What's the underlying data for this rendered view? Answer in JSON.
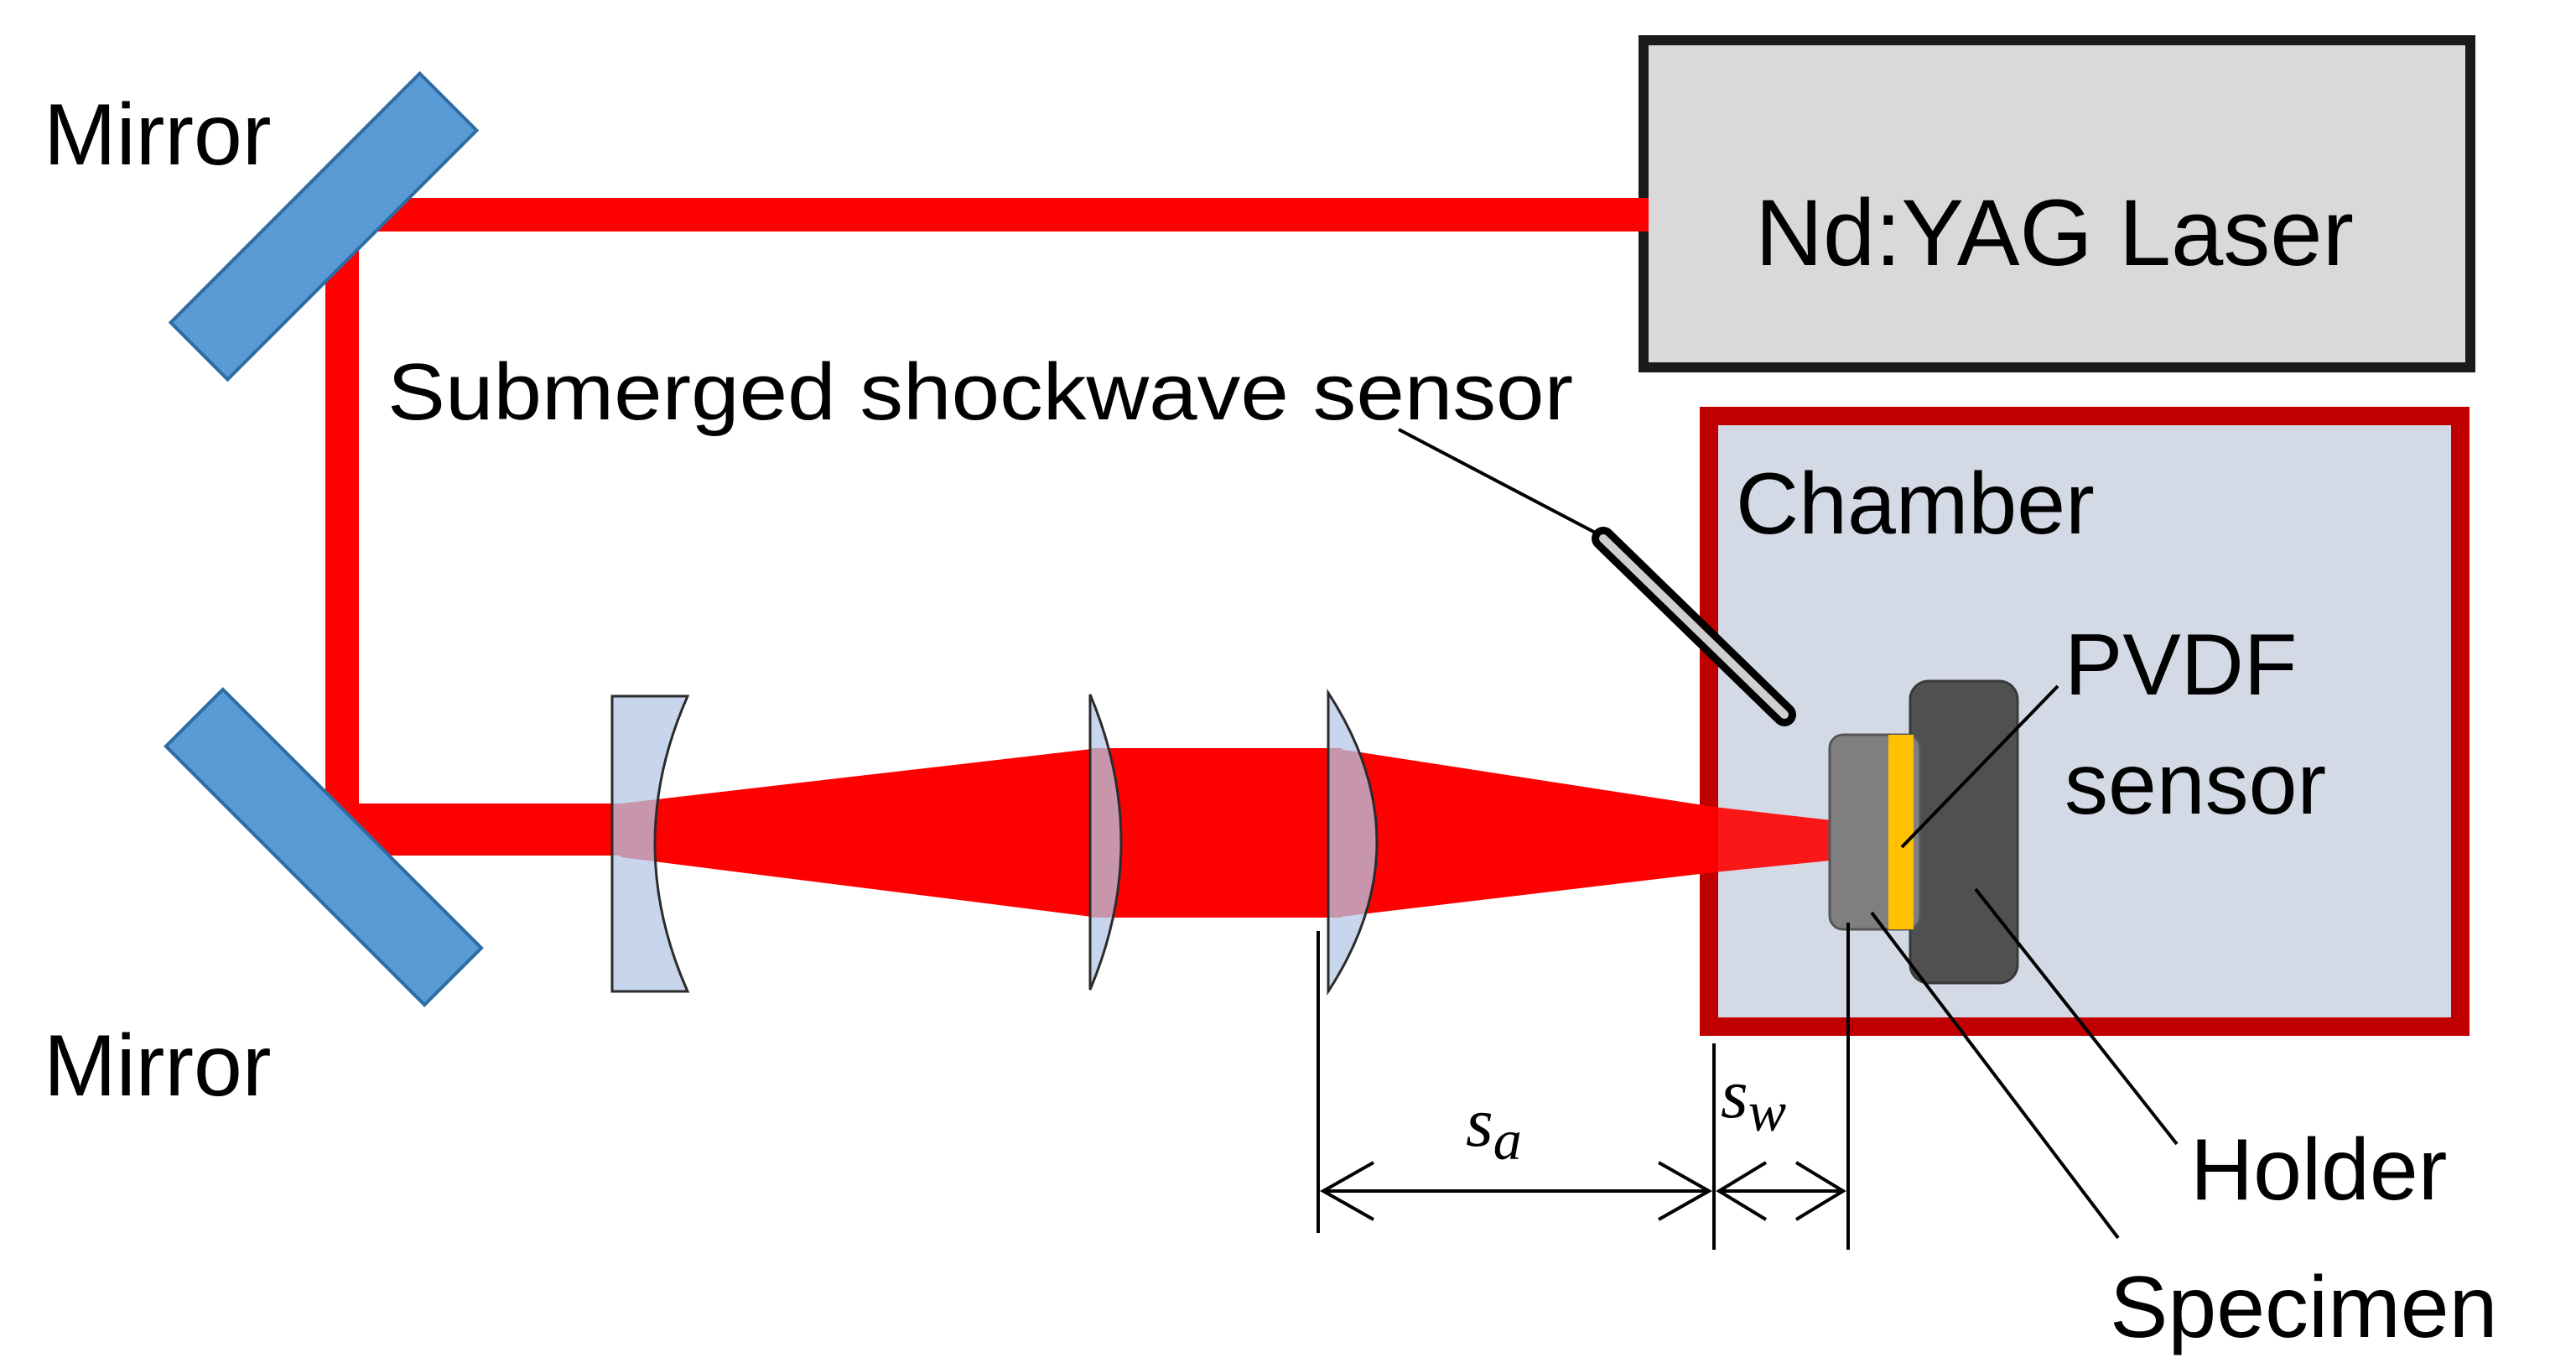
{
  "labels": {
    "mirror_top": "Mirror",
    "mirror_bottom": "Mirror",
    "laser": "Nd:YAG Laser",
    "shockwave_sensor": "Submerged shockwave sensor",
    "chamber": "Chamber",
    "pvdf_line1": "PVDF",
    "pvdf_line2": "sensor",
    "holder": "Holder",
    "specimen": "Specimen",
    "sa_main": "s",
    "sa_sub": "a",
    "sw_main": "s",
    "sw_sub": "w"
  },
  "colors": {
    "beam": "#ff0000",
    "mirror_fill": "#5b9bd5",
    "mirror_stroke": "#2e6da4",
    "lens_fill": "#b4c8e6",
    "laser_box_fill": "#d9d9d9",
    "laser_box_stroke": "#1a1a1a",
    "chamber_fill": "#d3dae6",
    "chamber_stroke": "#c00000",
    "holder_fill": "#505050",
    "specimen_fill": "#7f7f7f",
    "pvdf_fill": "#ffc000"
  }
}
